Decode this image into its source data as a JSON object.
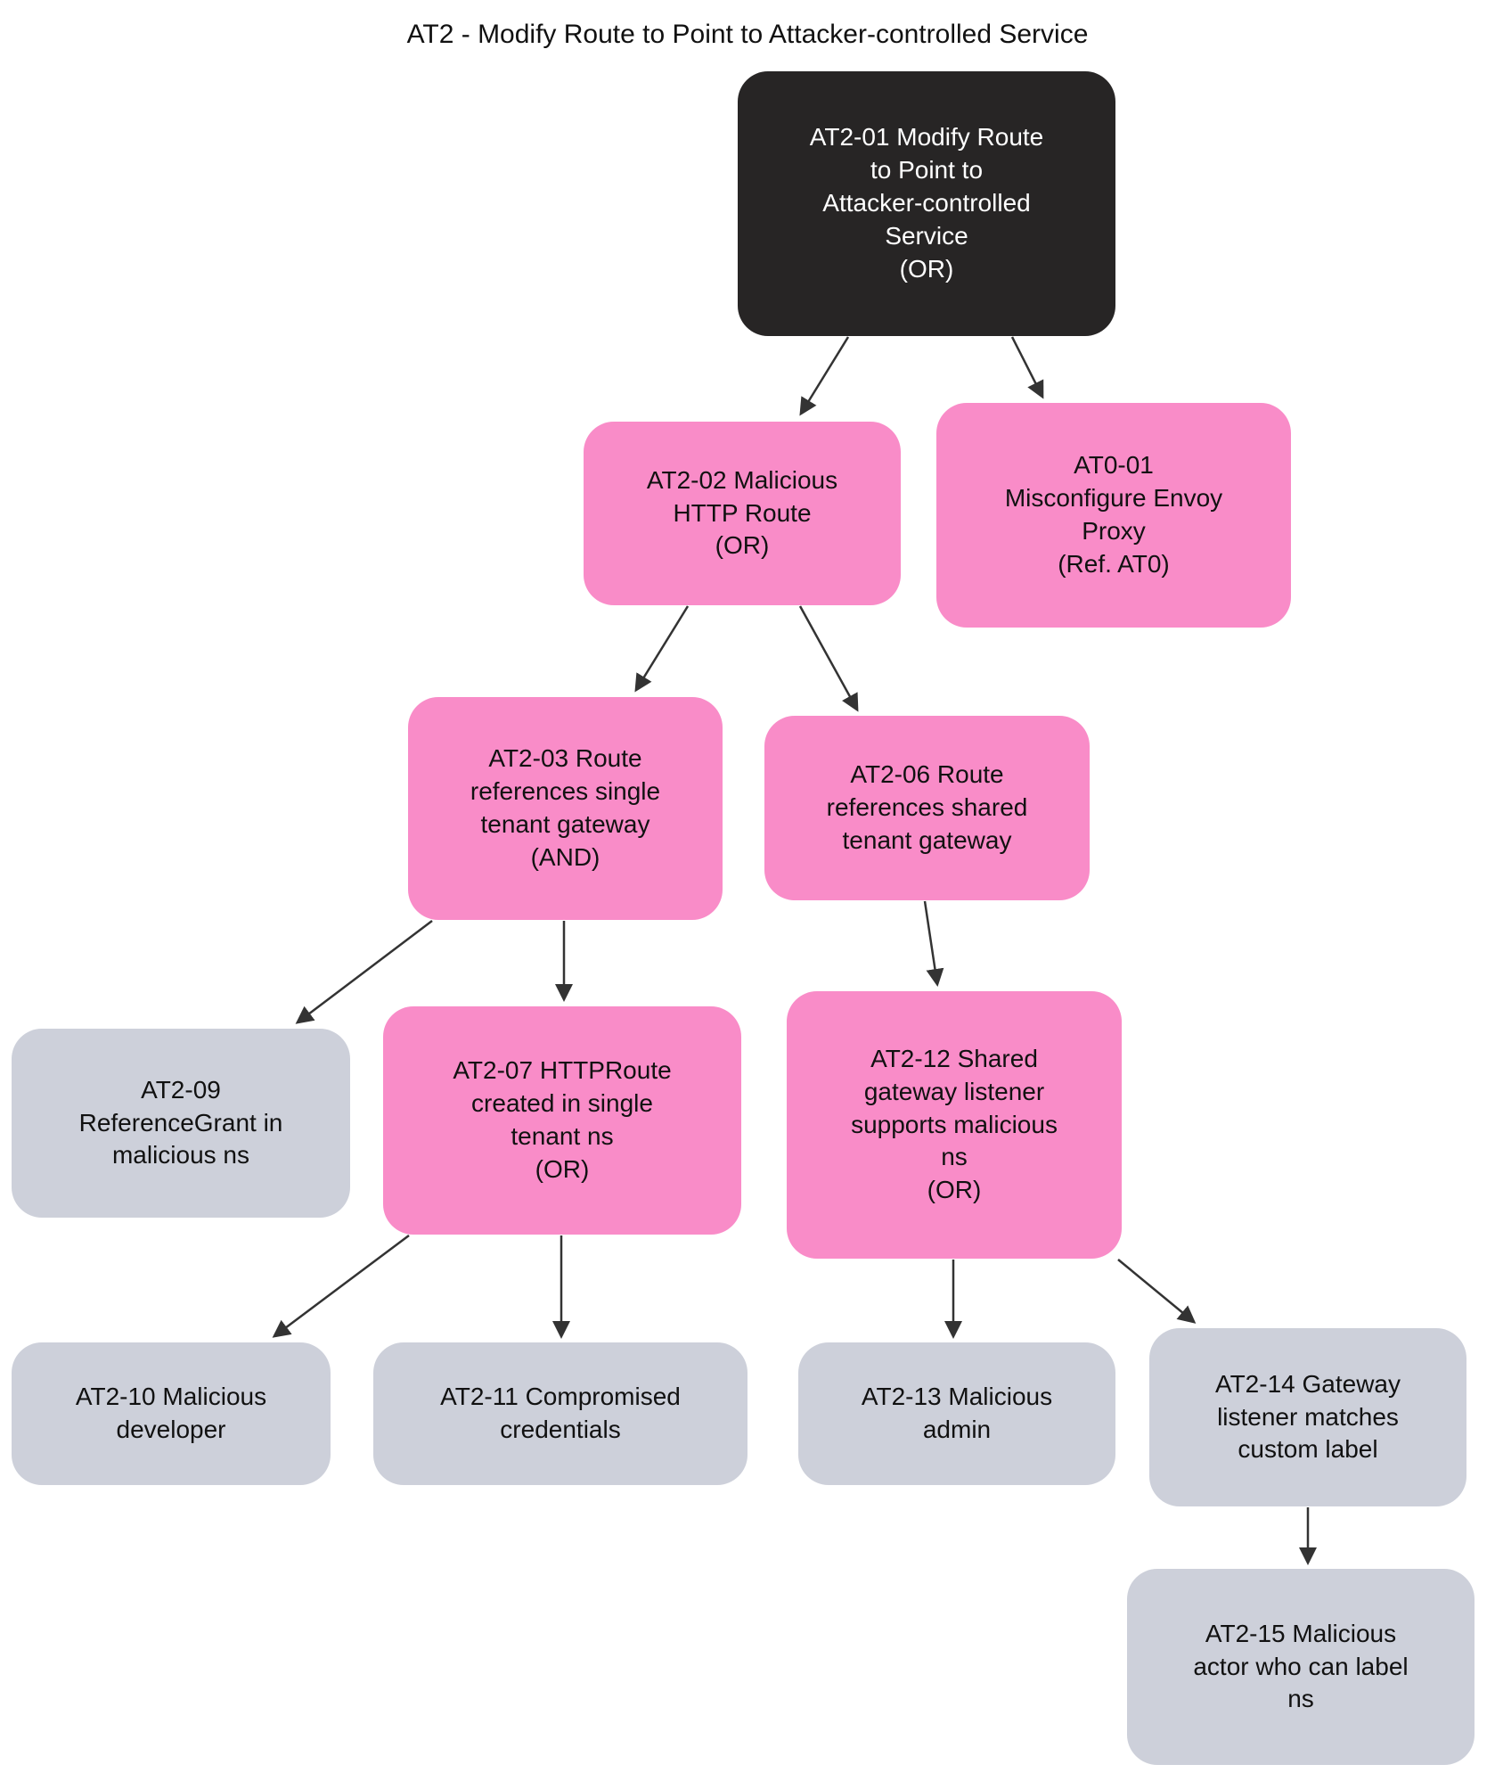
{
  "title": "AT2 - Modify Route to Point to Attacker-controlled Service",
  "palette": {
    "background": "#ffffff",
    "root_fill": "#272525",
    "root_text": "#ffffff",
    "pink_fill": "#f98cc8",
    "gray_fill": "#cdd0da",
    "edge_color": "#333333"
  },
  "nodes": {
    "at2_01": {
      "id": "AT2-01",
      "type": "OR",
      "color": "dark",
      "label": "AT2-01 Modify Route\nto Point to\nAttacker-controlled\nService\n(OR)"
    },
    "at2_02": {
      "id": "AT2-02",
      "type": "OR",
      "color": "pink",
      "label": "AT2-02 Malicious\nHTTP Route\n(OR)"
    },
    "at0_01": {
      "id": "AT0-01",
      "type": "ref",
      "color": "pink",
      "label": "AT0-01\nMisconfigure Envoy\nProxy\n(Ref. AT0)"
    },
    "at2_03": {
      "id": "AT2-03",
      "type": "AND",
      "color": "pink",
      "label": "AT2-03 Route\nreferences single\ntenant gateway\n(AND)"
    },
    "at2_06": {
      "id": "AT2-06",
      "type": "node",
      "color": "pink",
      "label": "AT2-06 Route\nreferences shared\ntenant gateway"
    },
    "at2_09": {
      "id": "AT2-09",
      "type": "leaf",
      "color": "gray",
      "label": "AT2-09\nReferenceGrant in\nmalicious ns"
    },
    "at2_07": {
      "id": "AT2-07",
      "type": "OR",
      "color": "pink",
      "label": "AT2-07 HTTPRoute\ncreated in single\ntenant ns\n(OR)"
    },
    "at2_12": {
      "id": "AT2-12",
      "type": "OR",
      "color": "pink",
      "label": "AT2-12 Shared\ngateway listener\nsupports malicious\nns\n(OR)"
    },
    "at2_10": {
      "id": "AT2-10",
      "type": "leaf",
      "color": "gray",
      "label": "AT2-10 Malicious\ndeveloper"
    },
    "at2_11": {
      "id": "AT2-11",
      "type": "leaf",
      "color": "gray",
      "label": "AT2-11 Compromised\ncredentials"
    },
    "at2_13": {
      "id": "AT2-13",
      "type": "leaf",
      "color": "gray",
      "label": "AT2-13 Malicious\nadmin"
    },
    "at2_14": {
      "id": "AT2-14",
      "type": "leaf",
      "color": "gray",
      "label": "AT2-14 Gateway\nlistener matches\ncustom label"
    },
    "at2_15": {
      "id": "AT2-15",
      "type": "leaf",
      "color": "gray",
      "label": "AT2-15 Malicious\nactor who can label\nns"
    }
  },
  "edges": [
    {
      "from": "AT2-01",
      "to": "AT2-02"
    },
    {
      "from": "AT2-01",
      "to": "AT0-01"
    },
    {
      "from": "AT2-02",
      "to": "AT2-03"
    },
    {
      "from": "AT2-02",
      "to": "AT2-06"
    },
    {
      "from": "AT2-03",
      "to": "AT2-09"
    },
    {
      "from": "AT2-03",
      "to": "AT2-07"
    },
    {
      "from": "AT2-06",
      "to": "AT2-12"
    },
    {
      "from": "AT2-07",
      "to": "AT2-10"
    },
    {
      "from": "AT2-07",
      "to": "AT2-11"
    },
    {
      "from": "AT2-12",
      "to": "AT2-13"
    },
    {
      "from": "AT2-12",
      "to": "AT2-14"
    },
    {
      "from": "AT2-14",
      "to": "AT2-15"
    }
  ]
}
